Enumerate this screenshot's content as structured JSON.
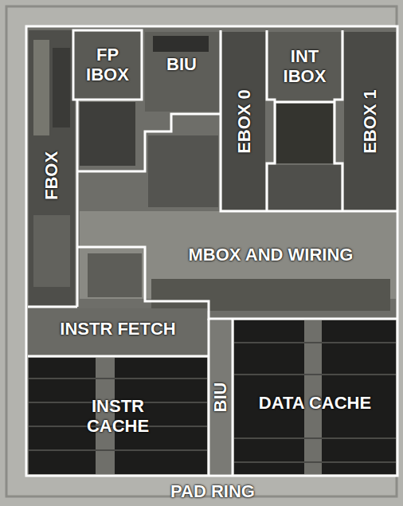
{
  "diagram": {
    "nodes": [
      {
        "text": [
          "FP IBOX"
        ]
      },
      {
        "text": [
          "BIU"
        ]
      },
      {
        "text": [
          "INT IBOX"
        ]
      },
      {
        "text": [
          "EBOX 0"
        ]
      },
      {
        "text": [
          "EBOX 1"
        ]
      },
      {
        "text": [
          "FBOX"
        ]
      },
      {
        "text": [
          "MBOX AND WIRING"
        ]
      },
      {
        "text": [
          "INSTR FETCH"
        ]
      },
      {
        "text": [
          "INSTR CACHE"
        ]
      },
      {
        "text": [
          "BIU"
        ]
      },
      {
        "text": [
          "DATA CACHE"
        ]
      }
    ],
    "edges": [],
    "labels": [
      "PAD RING"
    ]
  }
}
